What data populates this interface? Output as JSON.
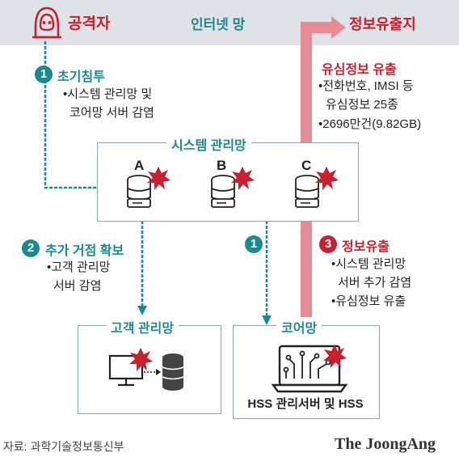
{
  "header": {
    "attacker": "공격자",
    "internet": "인터넷 망",
    "leak": "정보유출지"
  },
  "step1": {
    "number": "1",
    "title": "초기침투",
    "lines": [
      "•시스템 관리망 및",
      "코어망 서버 감염"
    ]
  },
  "leak_info": {
    "title": "유심정보 유출",
    "lines": [
      "•전화번호, IMSI 등",
      "유심정보 25종",
      "•2696만건(9.82GB)"
    ]
  },
  "system_net": {
    "title": "시스템 관리망",
    "servers": [
      "A",
      "B",
      "C"
    ]
  },
  "step2": {
    "number": "2",
    "title": "추가 거점 확보",
    "lines": [
      "•고객 관리망",
      "서버 감염"
    ]
  },
  "step1b": {
    "number": "1"
  },
  "step3": {
    "number": "3",
    "title": "정보유출",
    "lines": [
      "•시스템 관리망",
      "서버 추가 감염",
      "•유심정보 유출"
    ]
  },
  "customer_net": {
    "title": "고객 관리망"
  },
  "core_net": {
    "title": "코어망",
    "caption": "HSS 관리서버 및 HSS"
  },
  "footer": {
    "source": "자료: 과학기술정보통신부",
    "brand": "The JoongAng"
  },
  "colors": {
    "red": "#c8202f",
    "teal": "#1a8a8f",
    "pink": "#e68c97",
    "gray_bar": "#dfe3e7"
  }
}
